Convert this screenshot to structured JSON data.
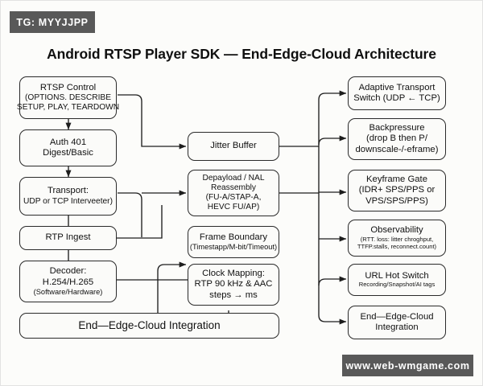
{
  "watermarks": {
    "top_badge": "TG: MYYJJPP",
    "bottom_badge": "www.web-wmgame.com"
  },
  "title": "Android RTSP Player SDK — End-Edge-Cloud Architecture",
  "columns": {
    "left": [
      {
        "id": "rtsp-control",
        "lines": [
          "RTSP Control",
          "(OPTIONS. DESCRIBE",
          "SETUP, PLAY, TEARDOWN"
        ]
      },
      {
        "id": "auth-401",
        "lines": [
          "Auth 401",
          "Digest/Basic"
        ]
      },
      {
        "id": "transport",
        "lines": [
          "Transport:",
          "UDP or TCP Interveeter)"
        ]
      },
      {
        "id": "rtp-ingest",
        "lines": [
          "RTP Ingest"
        ]
      },
      {
        "id": "decoder",
        "lines": [
          "Decoder:",
          "H.254/H.265",
          "(Software/Hardware)"
        ]
      }
    ],
    "middle": [
      {
        "id": "jitter-buffer",
        "lines": [
          "Jitter Buffer"
        ]
      },
      {
        "id": "depayload-nal",
        "lines": [
          "Depayload / NAL",
          "Reassembly",
          "(FU-A/STAP-A,",
          "HEVC FU/AP)"
        ]
      },
      {
        "id": "frame-boundary",
        "lines": [
          "Frame Boundary",
          "(Timestapp/M-bit/Timeout)"
        ]
      },
      {
        "id": "clock-mapping",
        "lines": [
          "Clock Mapping:",
          "RTP 90 kHz & AAC",
          "steps → ms"
        ]
      }
    ],
    "right": [
      {
        "id": "adaptive-transport-switch",
        "lines": [
          "Adaptive Transport",
          "Switch (UDP ← TCP)"
        ]
      },
      {
        "id": "backpressure",
        "lines": [
          "Backpressure",
          "(drop B then P/",
          "downscale-/-eframe)"
        ]
      },
      {
        "id": "keyframe-gate",
        "lines": [
          "Keyframe Gate",
          "(IDR+ SPS/PPS or",
          "VPS/SPS/PPS)"
        ]
      },
      {
        "id": "observability",
        "lines": [
          "Observability",
          "(RTT. loss: litter chroghput,",
          "TTFP.stalls, reconnect.count)"
        ]
      },
      {
        "id": "url-hot-switch",
        "lines": [
          "URL Hot Switch",
          "Recording/Snapshot/AI tags"
        ]
      },
      {
        "id": "end-edge-cloud-right",
        "lines": [
          "End—Edge-Cloud",
          "Integration"
        ]
      }
    ]
  },
  "footer_bar": {
    "id": "end-edge-cloud-integration",
    "label": "End—Edge-Cloud Integration"
  },
  "colors": {
    "background": "#fcfcfa",
    "box_fill": "#fbfbf9",
    "box_stroke": "#2a2a2a",
    "text": "#111111",
    "watermark_bg": "#595959",
    "watermark_text": "#ffffff"
  }
}
